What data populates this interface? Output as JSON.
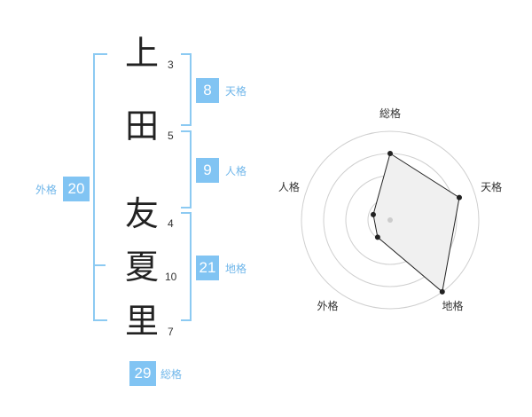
{
  "name_chars": [
    {
      "char": "上",
      "strokes": "3"
    },
    {
      "char": "田",
      "strokes": "5"
    },
    {
      "char": "友",
      "strokes": "4"
    },
    {
      "char": "夏",
      "strokes": "10"
    },
    {
      "char": "里",
      "strokes": "7"
    }
  ],
  "fortunes": {
    "tenkaku": {
      "value": "8",
      "label": "天格"
    },
    "jinkaku": {
      "value": "9",
      "label": "人格"
    },
    "chikaku": {
      "value": "21",
      "label": "地格"
    },
    "gaikaku": {
      "value": "20",
      "label": "外格"
    },
    "soukaku": {
      "value": "29",
      "label": "総格"
    }
  },
  "colors": {
    "accent": "#81c4f3",
    "bracket": "#8ccaf2"
  },
  "chart_data": {
    "type": "radar",
    "axes": [
      "総格",
      "天格",
      "地格",
      "外格",
      "人格"
    ],
    "values": [
      0.75,
      0.82,
      1.0,
      0.24,
      0.2
    ],
    "range": [
      0,
      1
    ],
    "grid_rings": 4
  }
}
